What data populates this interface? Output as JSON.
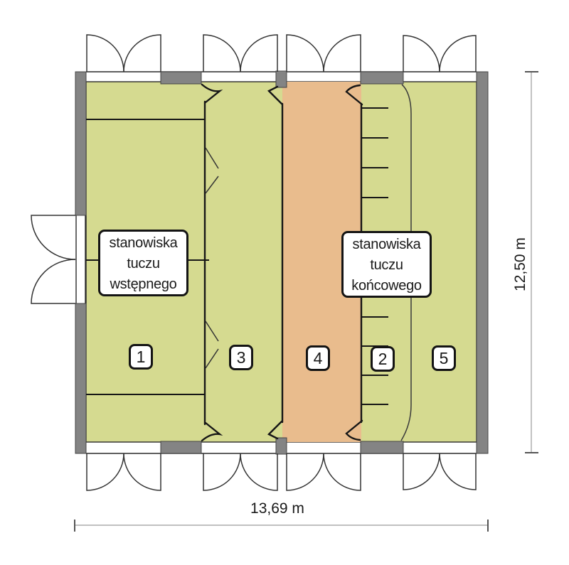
{
  "labels": {
    "pen_initial": "stanowiska\ntuczu\nwstępnego",
    "pen_final": "stanowiska\ntuczu\nkońcowego"
  },
  "rooms": [
    {
      "number": "1"
    },
    {
      "number": "3"
    },
    {
      "number": "4"
    },
    {
      "number": "2"
    },
    {
      "number": "5"
    }
  ],
  "dimensions": {
    "width": "13,69 m",
    "height": "12,50 m"
  },
  "colors": {
    "pen_green": "#d5da90",
    "corridor_orange": "#e9bc8d",
    "wall_gray": "#848484"
  }
}
